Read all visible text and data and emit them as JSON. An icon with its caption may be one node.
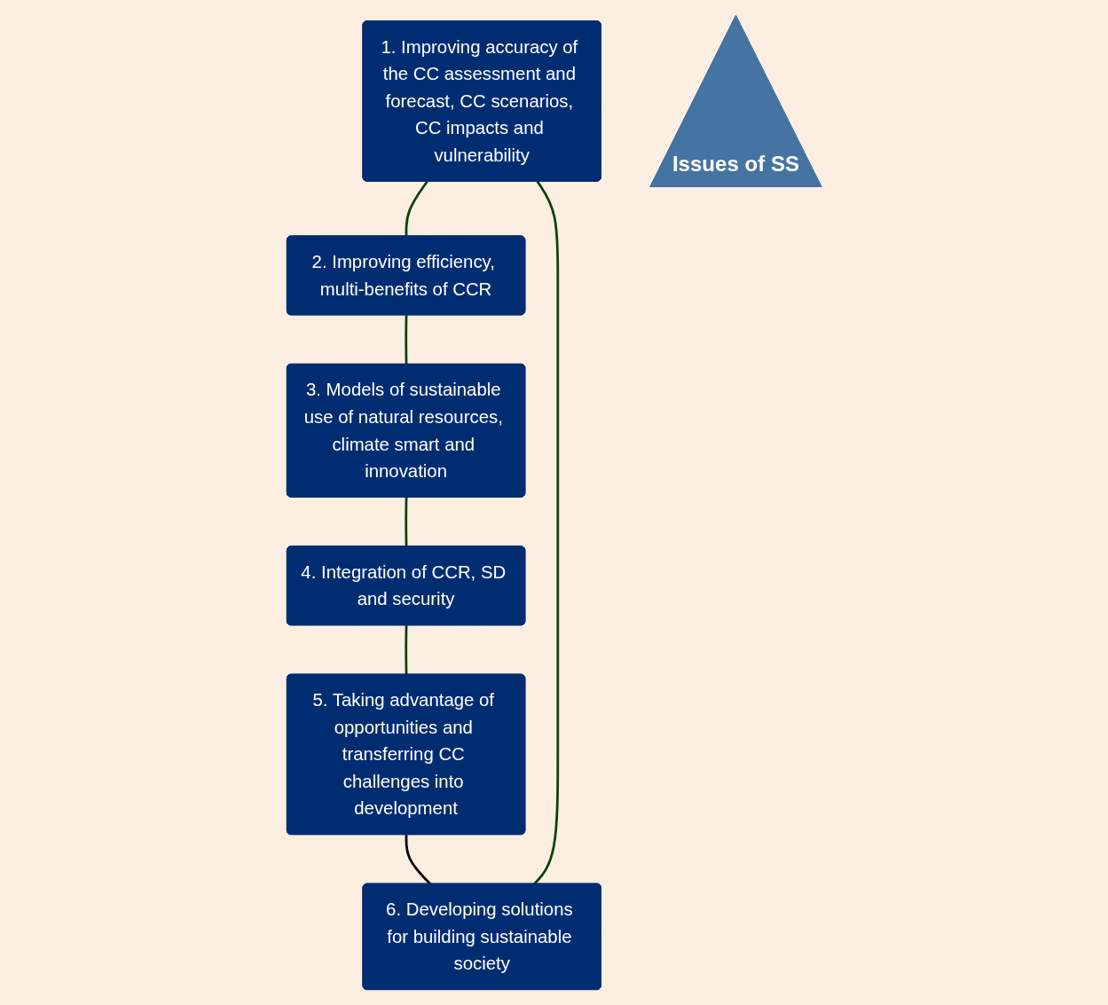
{
  "diagram": {
    "nodes": [
      {
        "text": [
          "1. Improving accuracy of the CC assessment and forecast, CC scenarios, CC impacts and vulnerability"
        ]
      },
      {
        "text": [
          "2. Improving efficiency, multi-benefits of CCR"
        ]
      },
      {
        "text": [
          "3. Models of sustainable use of natural resources, climate smart and innovation"
        ]
      },
      {
        "text": [
          "4. Integration of CCR, SD and security"
        ]
      },
      {
        "text": [
          "5. Taking advantage of opportunities and transferring CC challenges into development"
        ]
      },
      {
        "text": [
          "6. Developing solutions for building sustainable society"
        ]
      },
      {
        "text": [
          "Issues of SS"
        ]
      }
    ],
    "edges": [
      {
        "from": 0,
        "to": 1,
        "arrow": "none"
      },
      {
        "from": 1,
        "to": 2,
        "arrow": "none"
      },
      {
        "from": 2,
        "to": 3,
        "arrow": "none"
      },
      {
        "from": 3,
        "to": 4,
        "arrow": "none"
      },
      {
        "from": 4,
        "to": 5,
        "arrow": "none",
        "color": "#000000"
      },
      {
        "from": 5,
        "to": 0,
        "arrow": "none"
      }
    ]
  }
}
